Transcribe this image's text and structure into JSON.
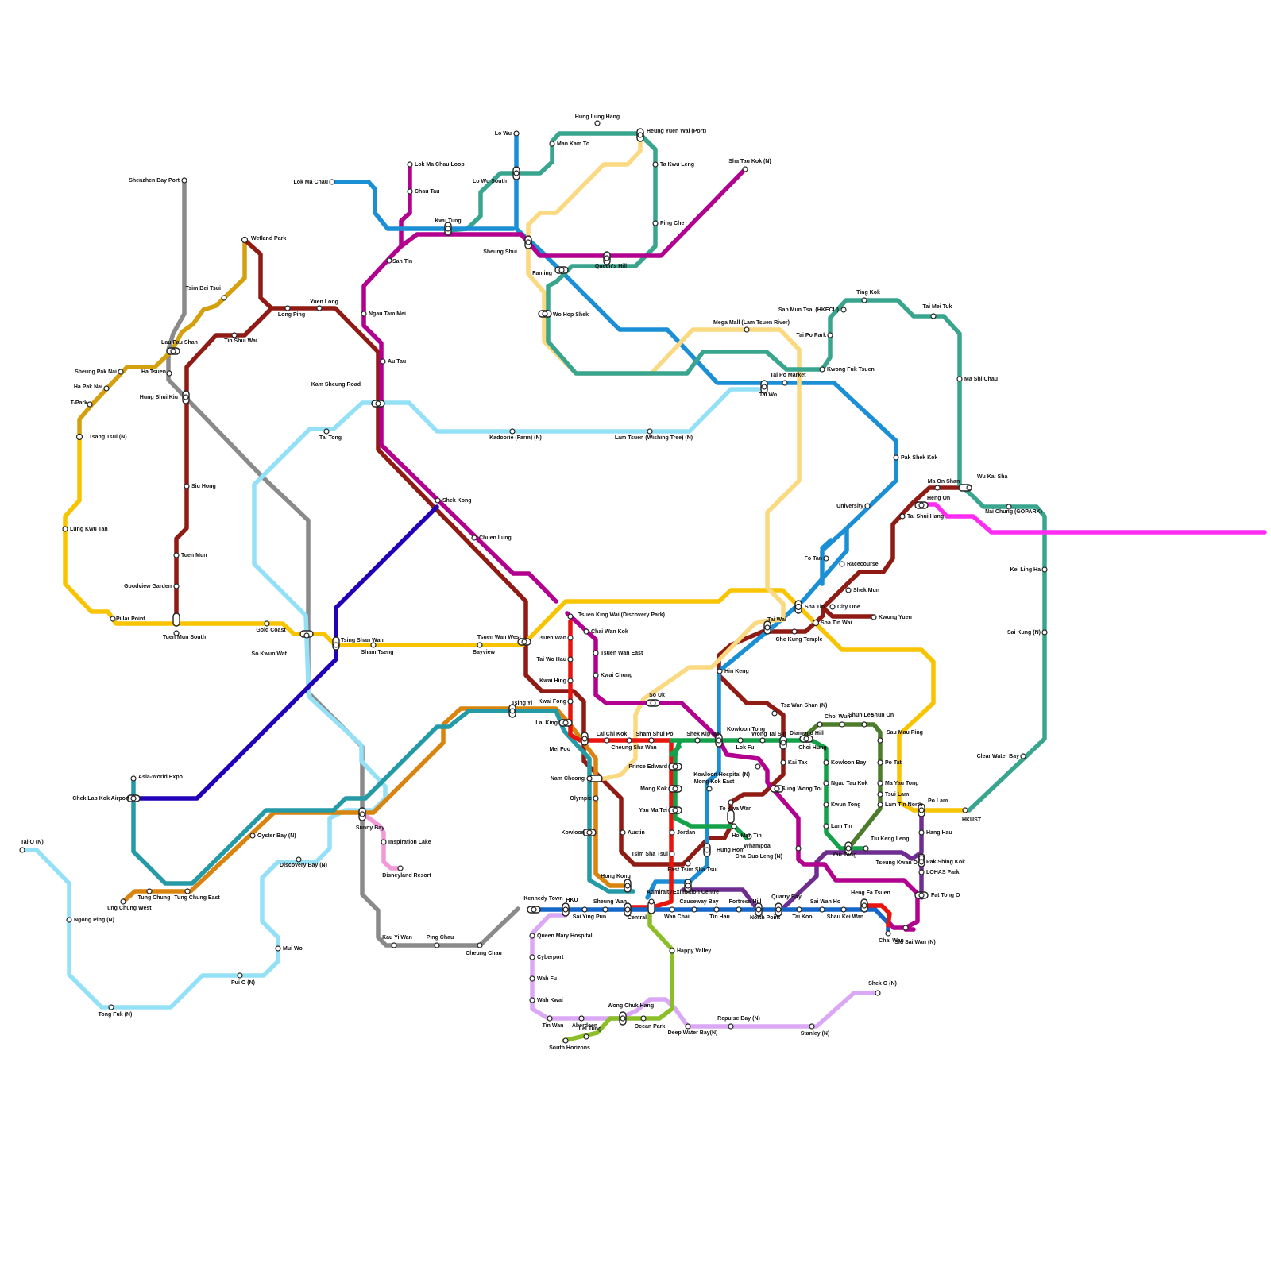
{
  "colors": {
    "tuen_ma": "#8f1b14",
    "east_rail": "#1b8fd6",
    "tung_chung": "#d9840f",
    "airport_express": "#249aa6",
    "tsuen_wan": "#e8140e",
    "kwun_tong": "#13a14a",
    "island": "#1466c9",
    "tseung_kwan_o": "#6f2d8f",
    "south_island": "#8cbe2a",
    "disneyland": "#f29ad8",
    "northern_link": "#b2008f",
    "green_teal": "#3aa58f",
    "grey": "#8a8a8a",
    "mustard": "#d4a00e",
    "yellow": "#f8c400",
    "light_yellow": "#fbd981",
    "light_blue": "#93e0f7",
    "lavender": "#dba8f5",
    "purple_blue": "#2100b8",
    "olive": "#4e7c2d",
    "magenta": "#ff2cf2"
  },
  "stations": [
    "Shenzhen Bay Port",
    "Lok Ma Chau",
    "Lo Wu",
    "Lo Wu South",
    "Kwu Tung",
    "Lok Ma Chau Loop",
    "Chau Tau",
    "San Tin",
    "Hung Lung Hang",
    "Man Kam To",
    "Heung Yuen Wai (Port)",
    "Ta Kwu Leng",
    "Ping Che",
    "Sha Tau Kok (N)",
    "Sheung Shui",
    "Fanling",
    "Queen's Hill",
    "Wo Hop Shek",
    "Wetland Park",
    "Tsim Bei Tsui",
    "Long Ping",
    "Yuen Long",
    "Ngau Tam Mei",
    "Lau Fau Shan",
    "Ha Tsuen",
    "Tin Shui Wai",
    "Sheung Pak Nai",
    "Ha Pak Nai",
    "T-Park",
    "Tsang Tsui (N)",
    "Hung Shui Kiu",
    "Au Tau",
    "Kam Sheung Road",
    "Tai Tong",
    "Kadoorie (Farm) (N)",
    "Lam Tsuen (Wishing Tree) (N)",
    "Mega Mall (Lam Tsuen River)",
    "Tai Po Park",
    "Tai Po Market",
    "Tai Wo",
    "Kwong Fuk Tsuen",
    "San Mun Tsai (HKECU)",
    "Ting Kok",
    "Tai Mei Tuk",
    "Ma Shi Chau",
    "Siu Hong",
    "Lung Kwu Tan",
    "Tuen Mun",
    "Goodview Garden",
    "Pillar Point",
    "Tuen Mun South",
    "Gold Coast",
    "So Kwun Wat",
    "Tsing Shan Wan",
    "Sham Tseng",
    "Bayview",
    "Tsuen Wan West",
    "Shek Kong",
    "Chuen Lung",
    "Pak Shek Kok",
    "University",
    "Fo Tan",
    "Racecourse",
    "Shek Mun",
    "City One",
    "Sha Tin",
    "Sha Tin Wai",
    "Kwong Yuen",
    "Ma On Shan",
    "Wu Kai Sha",
    "Heng On",
    "Tai Shui Hang",
    "Nai Chung (GOPARK)",
    "Kei Ling Ha",
    "Sai Kung (N)",
    "Clear Water Bay",
    "HKUST",
    "Tai Wai",
    "Che Kung Temple",
    "Hin Keng",
    "Tsuen King Wai (Discovery Park)",
    "Tsuen Wan",
    "Chai Wan Kok",
    "Tsuen Wan East",
    "Tai Wo Hau",
    "Kwai Hing",
    "Kwai Chung",
    "Kwai Fong",
    "Tsing Yi",
    "Lai King",
    "So Uk",
    "Mei Foo",
    "Lai Chi Kok",
    "Cheung Sha Wan",
    "Sham Shui Po",
    "Shek Kip Mei",
    "Kowloon Tong",
    "Lok Fu",
    "Wong Tai Sin",
    "Diamond Hill",
    "Tsz Wan Shan (N)",
    "Choi Hung",
    "Choi Wun",
    "Shun Lee",
    "Shun On",
    "Sau Mau Ping",
    "Po Tat",
    "Ma Yau Tong",
    "Tsui Lam",
    "Lam Tin North",
    "Kowloon Bay",
    "Ngau Tau Kok",
    "Kwun Tong",
    "Lam Tin",
    "Yau Tong",
    "Tiu Keng Leng",
    "Po Lam",
    "Hang Hau",
    "Tseung Kwan O",
    "Pak Shing Kok",
    "LOHAS Park",
    "Fat Tong O",
    "Kai Tak",
    "Sung Wong Toi",
    "Nam Cheong",
    "Prince Edward",
    "Mong Kok",
    "Mong Kok East",
    "Yau Ma Tei",
    "Olympic",
    "Kowloon",
    "Austin",
    "Jordan",
    "Tsim Sha Tsui",
    "East Tsim Sha Tsui",
    "To Kwa Wan",
    "Ho Man Tin",
    "Whampoa",
    "Hung Hom",
    "Kowloon Hospital (N)",
    "Cha Guo Leng (N)",
    "Hong Kong",
    "Exhibition Centre",
    "Admiralty",
    "Central",
    "Sheung Wan",
    "Sai Ying Pun",
    "HKU",
    "Kennedy Town",
    "Wan Chai",
    "Causeway Bay",
    "Tin Hau",
    "Fortress Hill",
    "North Point",
    "Quarry Bay",
    "Tai Koo",
    "Sai Wan Ho",
    "Shau Kei Wan",
    "Heng Fa Tsuen",
    "Chai Wan",
    "Siu Sai Wan (N)",
    "Happy Valley",
    "Queen Mary Hospital",
    "Cyberport",
    "Wah Fu",
    "Wah Kwai",
    "Tin Wan",
    "Aberdeen",
    "Wong Chuk Hang",
    "Ocean Park",
    "Lei Tung",
    "South Horizons",
    "Deep Water Bay(N)",
    "Repulse Bay (N)",
    "Stanley (N)",
    "Shek O (N)",
    "Chek Lap Kok Airport",
    "Asia-World Expo",
    "Tung Chung",
    "Tung Chung East",
    "Tung Chung West",
    "Oyster Bay (N)",
    "Sunny Bay",
    "Inspiration Lake",
    "Disneyland Resort",
    "Discovery Bay (N)",
    "Mui Wo",
    "Pui O (N)",
    "Tai O (N)",
    "Ngong Ping (N)",
    "Tong Fuk (N)",
    "Kau Yi Wan",
    "Ping Chau",
    "Cheung Chau"
  ]
}
